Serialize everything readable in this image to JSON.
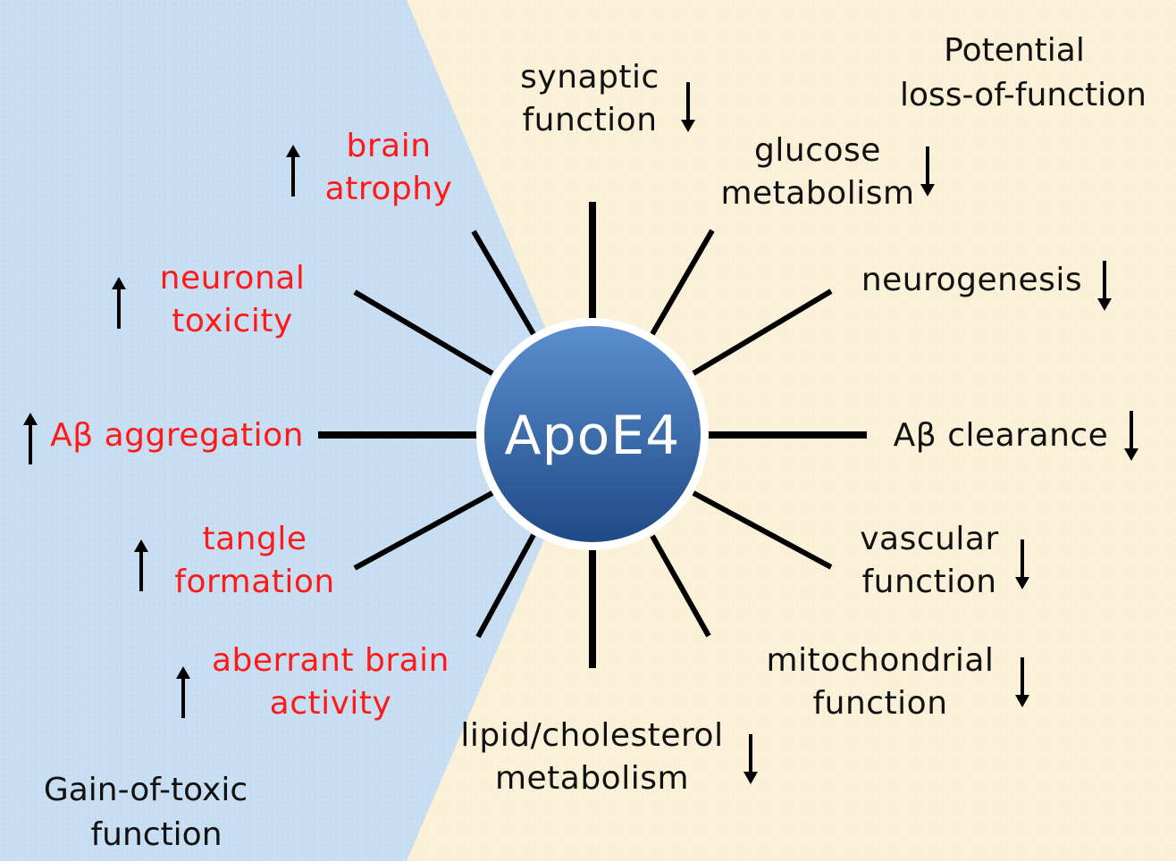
{
  "center": {
    "label": "ApoE4",
    "color": "#2f5d9f"
  },
  "captions": {
    "gain": [
      "Gain-of-toxic",
      "function"
    ],
    "loss": [
      "Potential",
      "loss-of-function"
    ]
  },
  "left_effects": [
    {
      "id": "brain-atrophy",
      "lines": [
        "brain",
        "atrophy"
      ],
      "arrow": "up"
    },
    {
      "id": "neuronal-toxicity",
      "lines": [
        "neuronal",
        "toxicity"
      ],
      "arrow": "up"
    },
    {
      "id": "abeta-aggregation",
      "lines": [
        "Aβ aggregation"
      ],
      "arrow": "up"
    },
    {
      "id": "tangle-formation",
      "lines": [
        "tangle",
        "formation"
      ],
      "arrow": "up"
    },
    {
      "id": "aberrant-brain-activity",
      "lines": [
        "aberrant brain",
        "activity"
      ],
      "arrow": "up"
    }
  ],
  "right_effects": [
    {
      "id": "synaptic-function",
      "lines": [
        "synaptic",
        "function"
      ],
      "arrow": "down"
    },
    {
      "id": "glucose-metabolism",
      "lines": [
        "glucose",
        "metabolism"
      ],
      "arrow": "down"
    },
    {
      "id": "neurogenesis",
      "lines": [
        "neurogenesis"
      ],
      "arrow": "down"
    },
    {
      "id": "abeta-clearance",
      "lines": [
        "Aβ clearance"
      ],
      "arrow": "down"
    },
    {
      "id": "vascular-function",
      "lines": [
        "vascular",
        "function"
      ],
      "arrow": "down"
    },
    {
      "id": "mitochondrial-function",
      "lines": [
        "mitochondrial",
        "function"
      ],
      "arrow": "down"
    },
    {
      "id": "lipid-cholesterol-metabolism",
      "lines": [
        "lipid/cholesterol",
        "metabolism"
      ],
      "arrow": "down"
    }
  ],
  "colors": {
    "gain_region": "#c7ddf2",
    "loss_region": "#fbf1d8",
    "toxic_text": "#ff1a1a",
    "loss_text": "#111111",
    "spoke": "#000000"
  }
}
